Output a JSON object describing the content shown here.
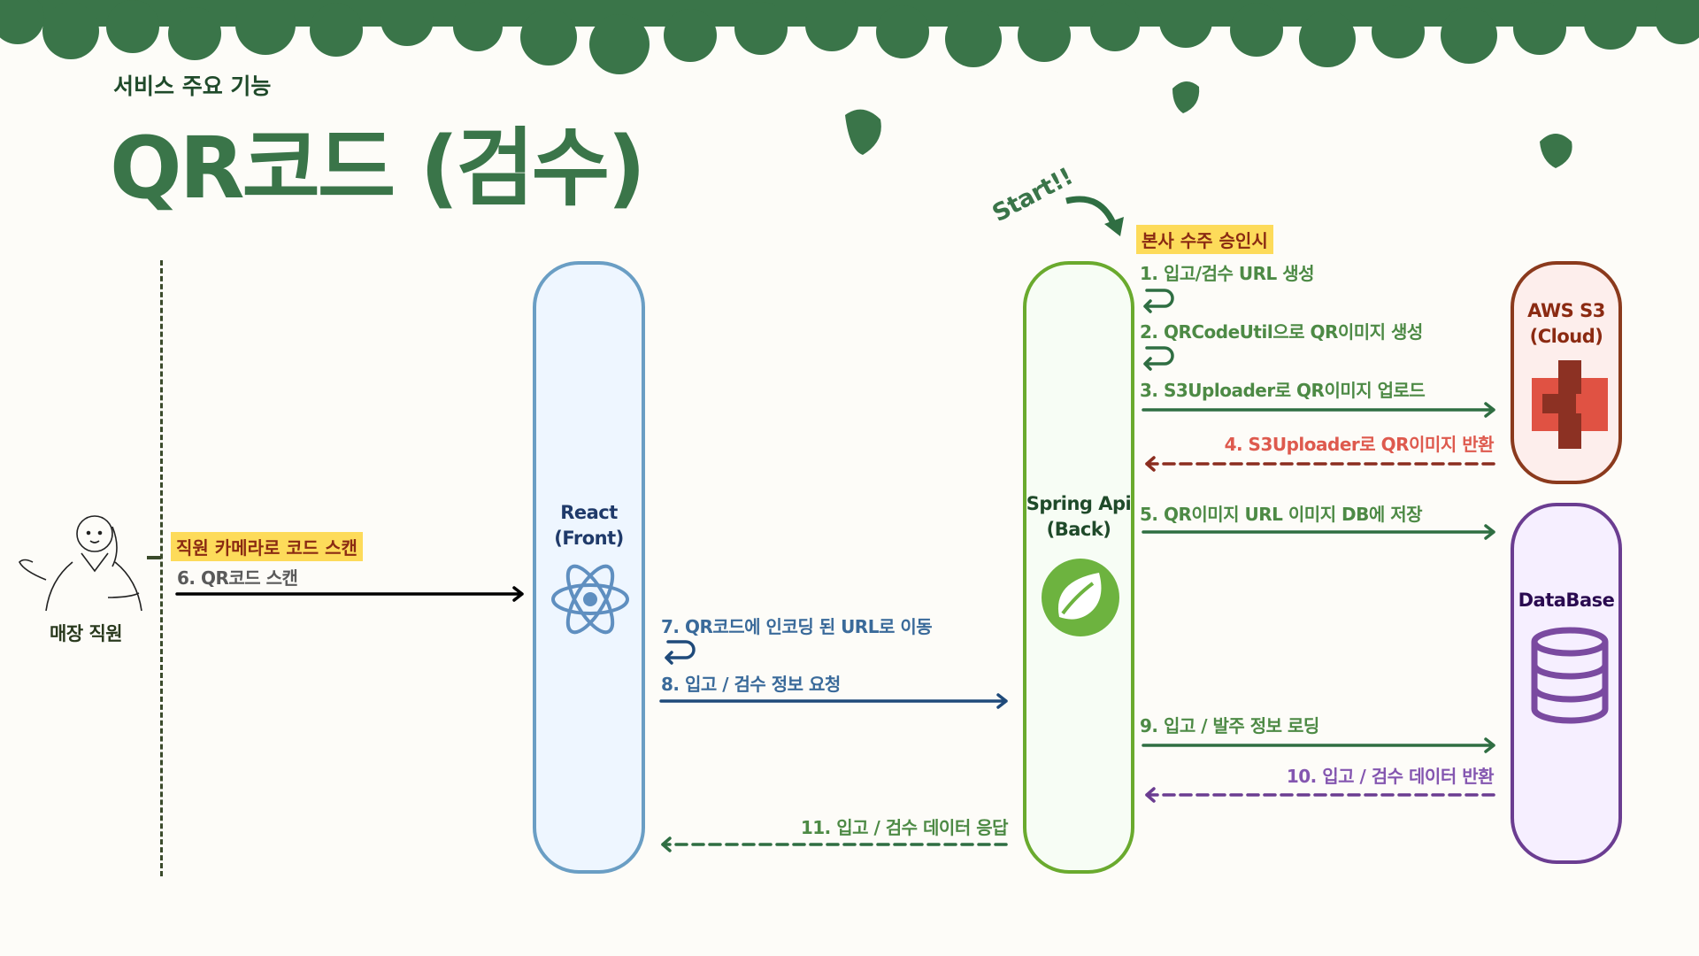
{
  "header": {
    "subtitle": "서비스 주요 기능",
    "title": "QR코드 (검수)"
  },
  "colors": {
    "forest": "#3a7549",
    "spring": "#6aaa2e",
    "react": "#6a9ec4",
    "aws": "#8b3a1d",
    "db": "#6b3d91",
    "highlight": "#fddb5a"
  },
  "actors": {
    "employee": {
      "label": "매장 직원",
      "icon": "person-illustration"
    },
    "react": {
      "line1": "React",
      "line2": "(Front)",
      "icon": "react-atom-icon"
    },
    "spring": {
      "line1": "Spring Api",
      "line2": "(Back)",
      "icon": "spring-leaf-icon"
    },
    "aws": {
      "line1": "AWS S3",
      "line2": "(Cloud)",
      "icon": "aws-s3-bucket-icon"
    },
    "db": {
      "label": "DataBase",
      "icon": "database-cylinder-icon"
    }
  },
  "start": {
    "label": "Start!!",
    "trigger": "본사 수주 승인시"
  },
  "employee_note": "직원 카메라로 코드 스캔",
  "steps": [
    "1. 입고/검수 URL 생성",
    "2. QRCodeUtil으로 QR이미지 생성",
    "3. S3Uploader로 QR이미지 업로드",
    "4. S3Uploader로 QR이미지 반환",
    "5. QR이미지 URL 이미지 DB에 저장",
    "6. QR코드 스캔",
    "7. QR코드에 인코딩 된 URL로 이동",
    "8. 입고 / 검수 정보 요청",
    "9. 입고 / 발주 정보 로딩",
    "10. 입고 / 검수 데이터 반환",
    "11. 입고 / 검수 데이터 응답"
  ]
}
